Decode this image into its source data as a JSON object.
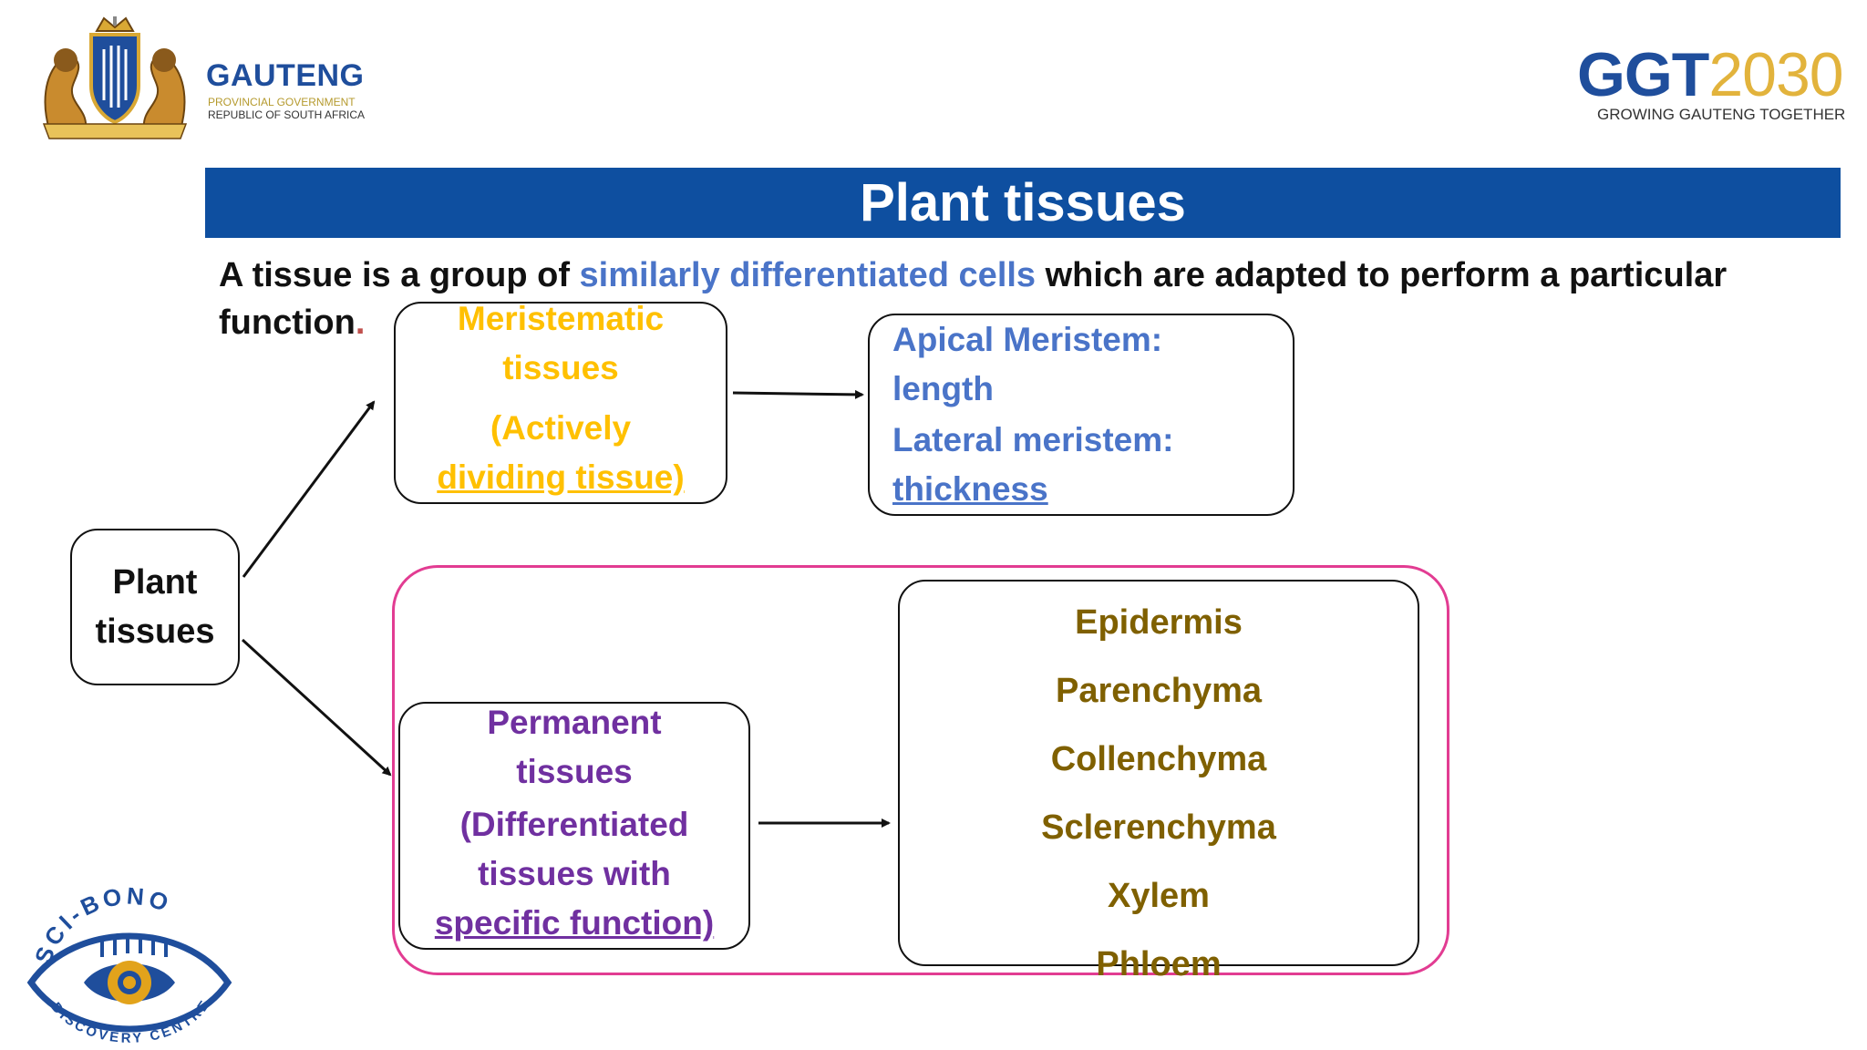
{
  "header": {
    "gauteng": {
      "name": "GAUTENG",
      "line1": "PROVINCIAL GOVERNMENT",
      "line2": "REPUBLIC OF SOUTH AFRICA"
    },
    "ggt": {
      "prefix": "GGT",
      "year": "2030",
      "tagline": "GROWING GAUTENG TOGETHER"
    }
  },
  "title": "Plant tissues",
  "definition": {
    "part1": "A tissue is a group of ",
    "highlight": "similarly differentiated cells",
    "part2": " which are adapted to perform a particular function",
    "period": "."
  },
  "nodes": {
    "plant": {
      "line1": "Plant",
      "line2": "tissues"
    },
    "meristematic": {
      "line1": "Meristematic",
      "line2": "tissues",
      "line3": "(Actively",
      "line4": "dividing tissue)"
    },
    "apical": {
      "line1": "Apical Meristem:",
      "line2": "length",
      "line3": "Lateral meristem:",
      "line4": "thickness"
    },
    "permanent": {
      "line1": "Permanent",
      "line2": "tissues",
      "line3": "(Differentiated",
      "line4": "tissues with",
      "line5": "specific function)"
    },
    "types": [
      "Epidermis",
      "Parenchyma",
      "Collenchyma",
      "Sclerenchyma",
      "Xylem",
      "Phloem"
    ]
  },
  "footer": {
    "scibono": {
      "top": "SCI-BONO",
      "bottom": "DISCOVERY CENTRE"
    }
  },
  "colors": {
    "banner": "#0e4fa0",
    "highlight": "#4a74c8",
    "meristematic": "#ffc000",
    "permanent": "#7030a0",
    "types": "#7f6000",
    "group_border": "#e23c92"
  }
}
